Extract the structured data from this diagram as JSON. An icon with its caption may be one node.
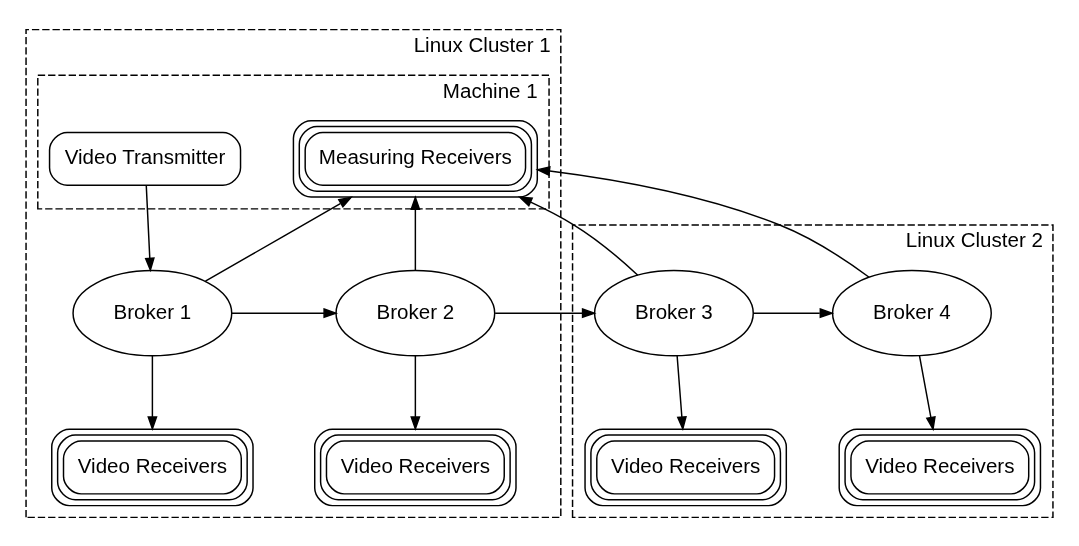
{
  "diagram": {
    "nodes": [
      {
        "text": [
          "Linux Cluster 2"
        ]
      },
      {
        "text": [
          "Linux Cluster 1"
        ]
      },
      {
        "text": [
          "Machine 1"
        ],
        "in": 1
      },
      {
        "text": [
          "Measuring Receivers"
        ],
        "in": 2
      },
      {
        "text": [
          "Video Transmitter"
        ],
        "in": 2
      },
      {
        "text": [
          "Broker 4"
        ],
        "in": 0
      },
      {
        "text": [
          "Broker 3"
        ],
        "in": 0
      },
      {
        "text": [
          "Broker 2"
        ],
        "in": 1
      },
      {
        "text": [
          "Broker 1"
        ],
        "in": 1
      },
      {
        "text": [
          "Video Receivers"
        ],
        "in": 0
      },
      {
        "text": [
          "Video Receivers"
        ],
        "in": 0
      },
      {
        "text": [
          "Video Receivers"
        ],
        "in": 1
      },
      {
        "text": [
          "Video Receivers"
        ],
        "in": 1
      }
    ],
    "edges": [
      {
        "from": 5,
        "to": 3,
        "arrow": "to"
      },
      {
        "from": 6,
        "to": 3,
        "arrow": "to"
      },
      {
        "from": 7,
        "to": 3,
        "arrow": "to"
      },
      {
        "from": 8,
        "to": 3,
        "arrow": "to"
      },
      {
        "from": 4,
        "to": 8,
        "arrow": "to"
      },
      {
        "from": 8,
        "to": 7,
        "arrow": "to"
      },
      {
        "from": 7,
        "to": 6,
        "arrow": "to"
      },
      {
        "from": 6,
        "to": 5,
        "arrow": "to"
      },
      {
        "from": 5,
        "to": 9,
        "arrow": "to"
      },
      {
        "from": 6,
        "to": 10,
        "arrow": "to"
      },
      {
        "from": 7,
        "to": 11,
        "arrow": "to"
      },
      {
        "from": 8,
        "to": 12,
        "arrow": "to"
      }
    ]
  }
}
